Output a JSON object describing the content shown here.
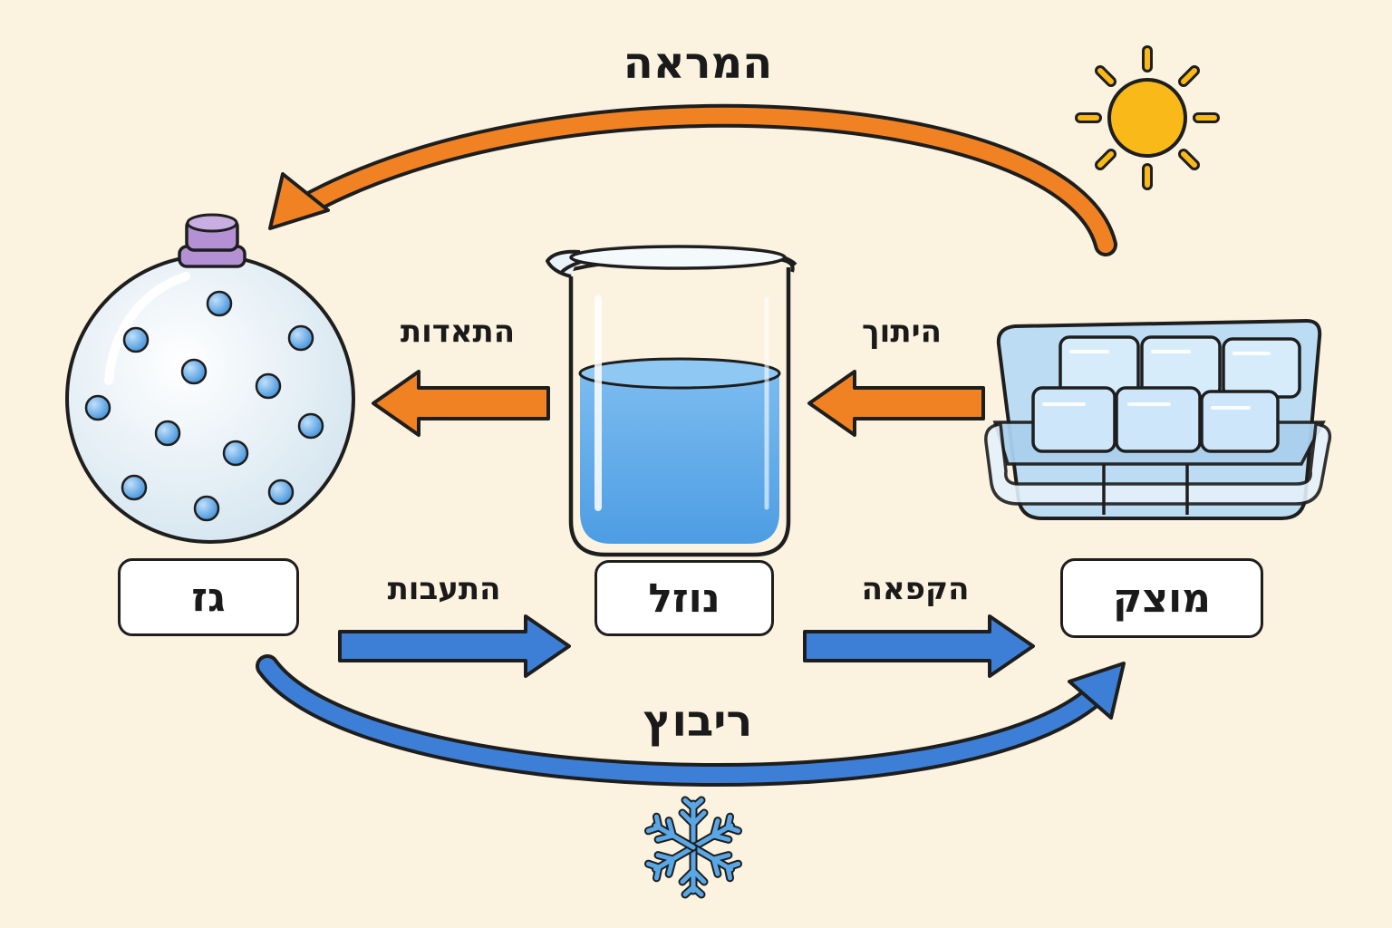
{
  "diagram": {
    "states": {
      "gas": "גז",
      "liquid": "נוזל",
      "solid": "מוצק"
    },
    "processes": {
      "sublimation": "המראה",
      "evaporation": "התאדות",
      "melting": "היתוך",
      "condensation": "התעבות",
      "freezing": "הקפאה",
      "deposition": "ריבוץ"
    },
    "colors": {
      "heating_arrow": "#f08224",
      "cooling_arrow": "#3d7fd6",
      "water": "#5aa7e6",
      "sun": "#f9b918",
      "snowflake": "#5aa7e6",
      "background": "#fbf3e0"
    }
  }
}
